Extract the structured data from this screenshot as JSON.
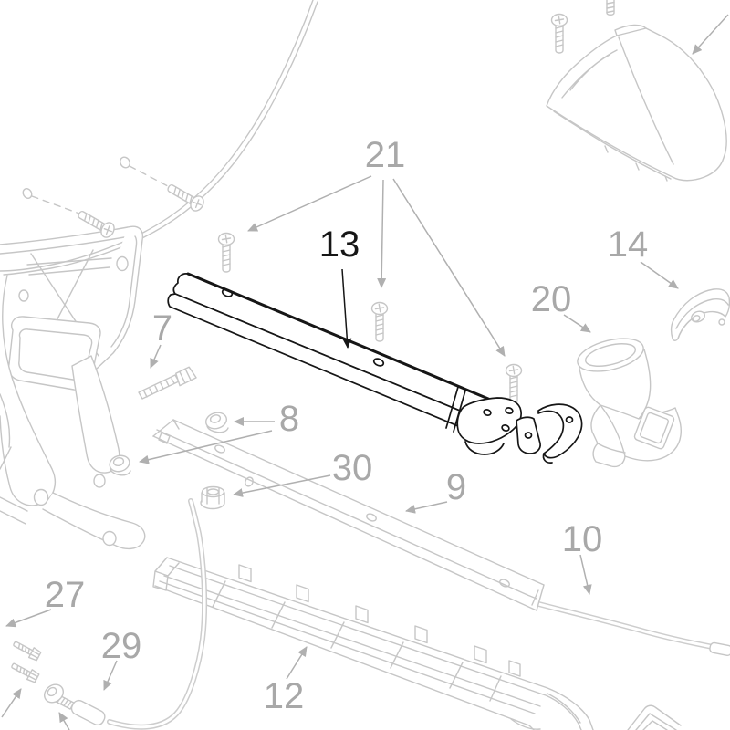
{
  "diagram": {
    "type": "exploded-parts-diagram",
    "background_color": "#ffffff",
    "part_line_color": "#c6c6c6",
    "leader_line_color": "#b0b0b0",
    "label_color": "#a8a8a8",
    "highlight_color": "#161616",
    "highlighted_part_number": "13",
    "labels": {
      "l7": {
        "text": "7"
      },
      "l8": {
        "text": "8"
      },
      "l9": {
        "text": "9"
      },
      "l10": {
        "text": "10"
      },
      "l12": {
        "text": "12"
      },
      "l13": {
        "text": "13"
      },
      "l14": {
        "text": "14"
      },
      "l20": {
        "text": "20"
      },
      "l21": {
        "text": "21"
      },
      "l27": {
        "text": "27"
      },
      "l29": {
        "text": "29"
      },
      "l30": {
        "text": "30"
      }
    }
  }
}
